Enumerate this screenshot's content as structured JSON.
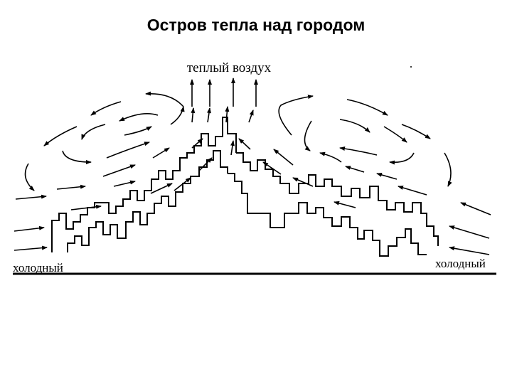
{
  "slide": {
    "title": "Остров тепла над городом"
  },
  "diagram": {
    "warm_air_label": "теплый воздух",
    "cold_left_label": "холодный",
    "cold_right_label": "холодный",
    "colors": {
      "ink": "#000000",
      "background": "#ffffff"
    }
  }
}
